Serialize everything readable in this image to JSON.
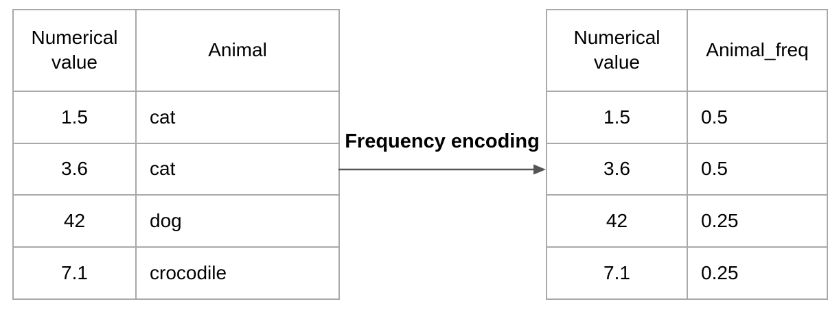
{
  "diagram": {
    "title_label": "Frequency encoding"
  },
  "left_table": {
    "headers": [
      "Numerical value",
      "Animal"
    ],
    "rows": [
      [
        "1.5",
        "cat"
      ],
      [
        "3.6",
        "cat"
      ],
      [
        "42",
        "dog"
      ],
      [
        "7.1",
        "crocodile"
      ]
    ]
  },
  "right_table": {
    "headers": [
      "Numerical value",
      "Animal_freq"
    ],
    "rows": [
      [
        "1.5",
        "0.5"
      ],
      [
        "3.6",
        "0.5"
      ],
      [
        "42",
        "0.25"
      ],
      [
        "7.1",
        "0.25"
      ]
    ]
  },
  "colors": {
    "background": "#ffffff",
    "table_border": "#a9a9a9",
    "text": "#000000",
    "arrow": "#555555"
  }
}
